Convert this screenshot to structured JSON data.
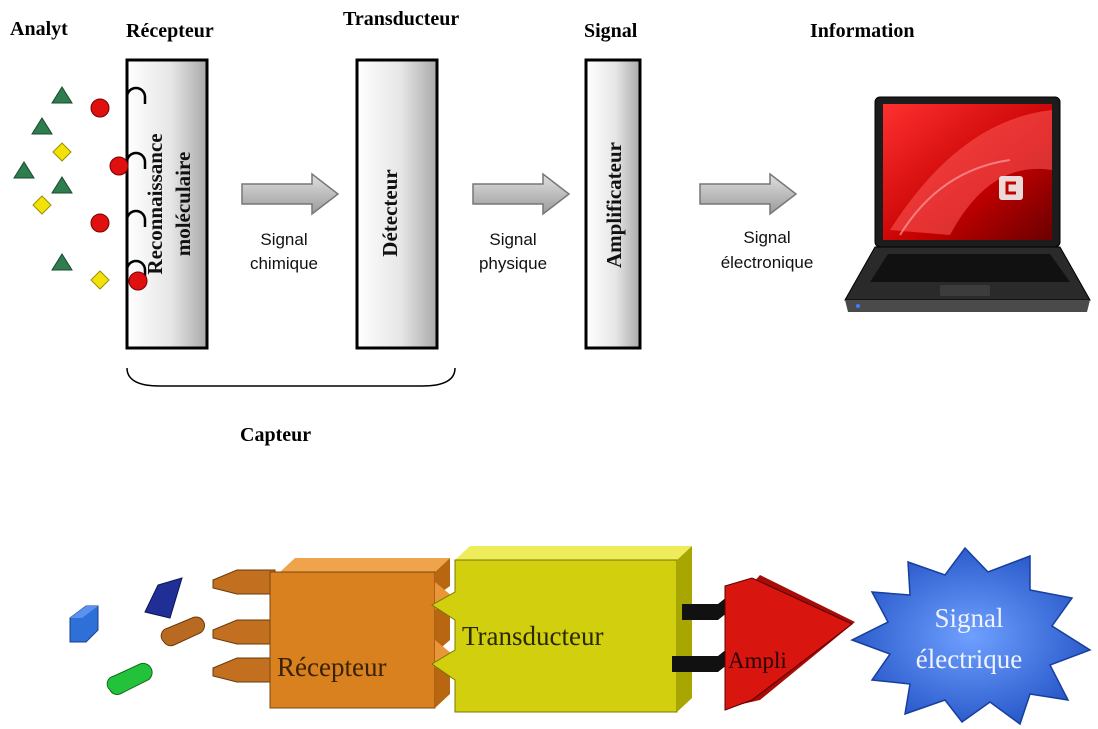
{
  "top_diagram": {
    "headers": {
      "analyt": "Analyt",
      "recepteur": "Récepteur",
      "transducteur": "Transducteur",
      "signal": "Signal",
      "information": "Information"
    },
    "boxes": {
      "reconnaissance_line1": "Reconnaissance",
      "reconnaissance_line2": "moléculaire",
      "detecteur": "Détecteur",
      "amplificateur": "Amplificateur"
    },
    "arrows": [
      {
        "line1": "Signal",
        "line2": "chimique"
      },
      {
        "line1": "Signal",
        "line2": "physique"
      },
      {
        "line1": "Signal",
        "line2": "électronique"
      }
    ],
    "bracket_label": "Capteur",
    "laptop_icon": "laptop-icon"
  },
  "bottom_diagram": {
    "recepteur": "Récepteur",
    "transducteur": "Transducteur",
    "ampli": "Ampli",
    "signal_line1": "Signal",
    "signal_line2": "électrique"
  },
  "colors": {
    "triangle": "#2e7d4f",
    "circle": "#e11010",
    "diamond": "#f2e20a",
    "arrow": "#b9b9b9",
    "recepteur_block": "#d9811e",
    "transducteur_block": "#d1cf0e",
    "ampli": "#d8150f",
    "signal_star": "#2a62d6"
  }
}
